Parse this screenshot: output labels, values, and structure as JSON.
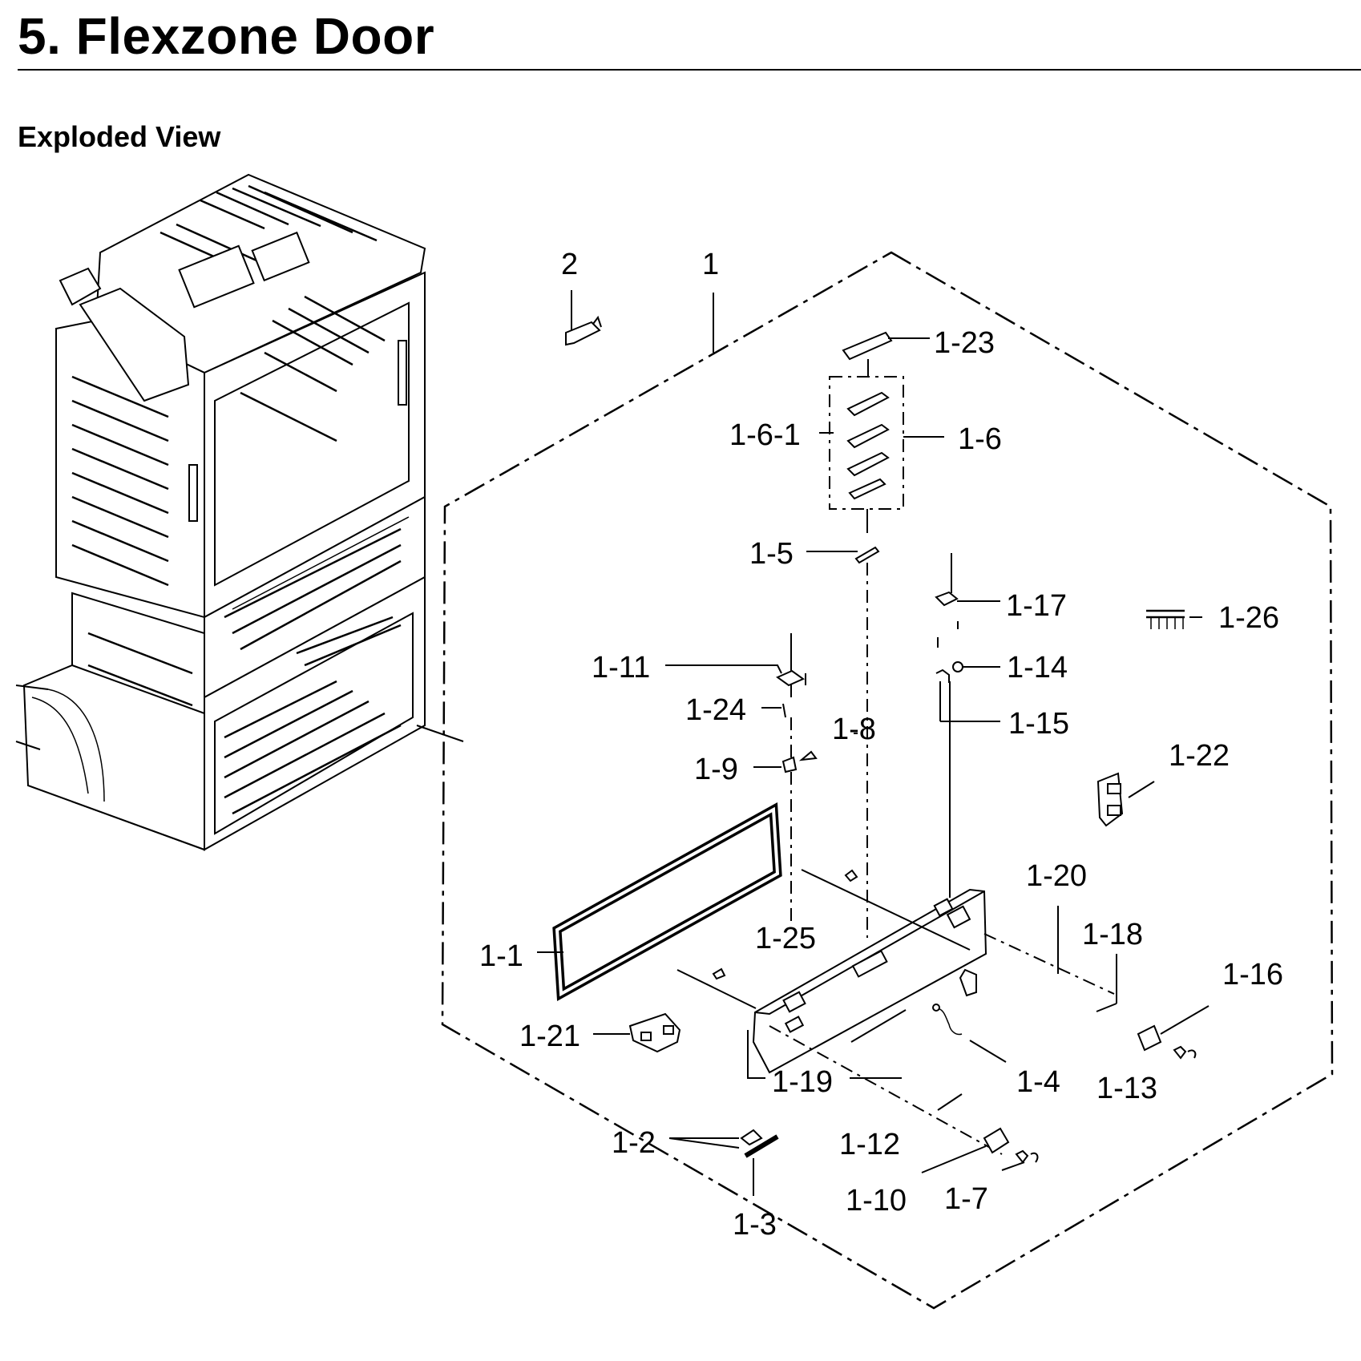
{
  "page": {
    "title": "5.  Flexzone Door",
    "subtitle": "Exploded View"
  },
  "callouts": {
    "c2": "2",
    "c1": "1",
    "c1_23": "1-23",
    "c1_6_1": "1-6-1",
    "c1_6": "1-6",
    "c1_5": "1-5",
    "c1_17": "1-17",
    "c1_26": "1-26",
    "c1_11": "1-11",
    "c1_14": "1-14",
    "c1_24": "1-24",
    "c1_8": "1-8",
    "c1_15": "1-15",
    "c1_9": "1-9",
    "c1_22": "1-22",
    "c1_20": "1-20",
    "c1_18": "1-18",
    "c1_1": "1-1",
    "c1_25": "1-25",
    "c1_16": "1-16",
    "c1_21": "1-21",
    "c1_19": "1-19",
    "c1_4": "1-4",
    "c1_13": "1-13",
    "c1_2": "1-2",
    "c1_12": "1-12",
    "c1_10": "1-10",
    "c1_7": "1-7",
    "c1_3": "1-3"
  }
}
